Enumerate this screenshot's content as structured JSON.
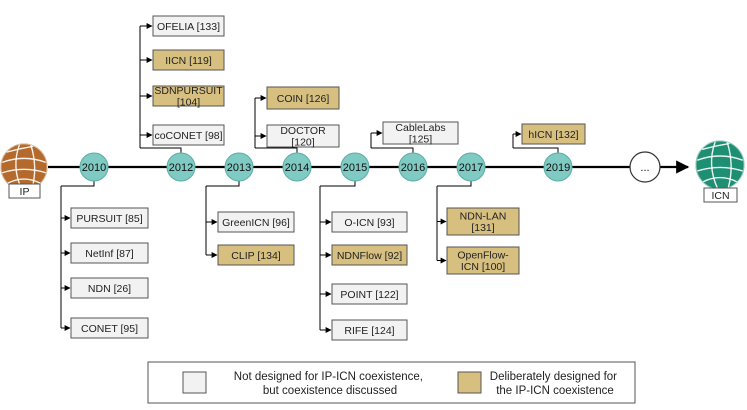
{
  "colors": {
    "not_designed": "#f2f2f2",
    "deliberate": "#d7bf7f",
    "year_node": "#7fcbc3",
    "ip_globe": "#b46a2c",
    "icn_globe": "#1f8f74",
    "line": "#000000"
  },
  "endpoints": {
    "start": {
      "label": "IP",
      "icon": "globe-icon"
    },
    "end": {
      "label": "ICN",
      "icon": "globe-icon"
    },
    "ellipsis": "..."
  },
  "years": [
    "2010",
    "2012",
    "2013",
    "2014",
    "2015",
    "2016",
    "2017",
    "2019"
  ],
  "groups": [
    {
      "year": "2010",
      "side": "below",
      "items": [
        {
          "text": [
            "PURSUIT [85]"
          ],
          "type": "not_designed"
        },
        {
          "text": [
            "NetInf [87]"
          ],
          "type": "not_designed"
        },
        {
          "text": [
            "NDN [26]"
          ],
          "type": "not_designed"
        },
        {
          "text": [
            "CONET [95]"
          ],
          "type": "not_designed"
        }
      ]
    },
    {
      "year": "2012",
      "side": "above",
      "items": [
        {
          "text": [
            "OFELIA [133]"
          ],
          "type": "not_designed"
        },
        {
          "text": [
            "IICN [119]"
          ],
          "type": "deliberate"
        },
        {
          "text": [
            "SDNPURSUIT",
            "[104]"
          ],
          "type": "deliberate"
        },
        {
          "text": [
            "coCONET [98]"
          ],
          "type": "not_designed"
        }
      ]
    },
    {
      "year": "2013",
      "side": "below",
      "items": [
        {
          "text": [
            "GreenICN [96]"
          ],
          "type": "not_designed"
        },
        {
          "text": [
            "CLIP [134]"
          ],
          "type": "deliberate"
        }
      ]
    },
    {
      "year": "2014",
      "side": "above",
      "items": [
        {
          "text": [
            "COIN [126]"
          ],
          "type": "deliberate"
        },
        {
          "text": [
            "DOCTOR",
            "[120]"
          ],
          "type": "not_designed"
        }
      ]
    },
    {
      "year": "2015",
      "side": "below",
      "items": [
        {
          "text": [
            "O-ICN [93]"
          ],
          "type": "not_designed"
        },
        {
          "text": [
            "NDNFlow [92]"
          ],
          "type": "deliberate"
        },
        {
          "text": [
            "POINT [122]"
          ],
          "type": "not_designed"
        },
        {
          "text": [
            "RIFE [124]"
          ],
          "type": "not_designed"
        }
      ]
    },
    {
      "year": "2016",
      "side": "above",
      "items": [
        {
          "text": [
            "CableLabs",
            "[125]"
          ],
          "type": "not_designed"
        }
      ]
    },
    {
      "year": "2017",
      "side": "below",
      "items": [
        {
          "text": [
            "NDN-LAN",
            "[131]"
          ],
          "type": "deliberate"
        },
        {
          "text": [
            "OpenFlow-",
            "ICN [100]"
          ],
          "type": "deliberate"
        }
      ]
    },
    {
      "year": "2019",
      "side": "above",
      "items": [
        {
          "text": [
            "hICN [132]"
          ],
          "type": "deliberate"
        }
      ]
    }
  ],
  "legend": {
    "not_designed": [
      "Not designed for IP-ICN coexistence,",
      "but coexistence discussed"
    ],
    "deliberate": [
      "Deliberately designed for",
      "the IP-ICN coexistence"
    ]
  }
}
